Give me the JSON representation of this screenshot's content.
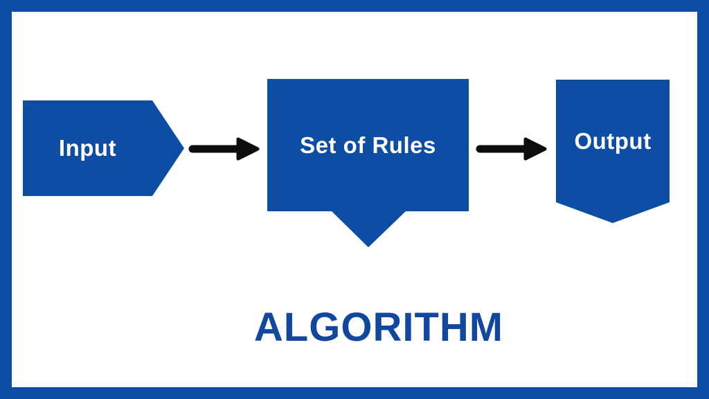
{
  "title": "ALGORITHM",
  "nodes": [
    {
      "id": "input",
      "label": "Input",
      "shape": "pentagon-arrow-right"
    },
    {
      "id": "set-of-rules",
      "label": "Set of Rules",
      "shape": "speech-bubble-down"
    },
    {
      "id": "output",
      "label": "Output",
      "shape": "pennant-down"
    }
  ],
  "connectors": [
    {
      "from": "input",
      "to": "set-of-rules",
      "style": "black-arrow-right"
    },
    {
      "from": "set-of-rules",
      "to": "output",
      "style": "black-arrow-right"
    }
  ],
  "colors": {
    "shape_blue": "#0E4DA4",
    "frame_blue": "#0E4DA4",
    "title_blue": "#11479E",
    "arrow_black": "#0D0D0D",
    "label_white": "#FFFFFF",
    "background": "#FFFFFF"
  }
}
